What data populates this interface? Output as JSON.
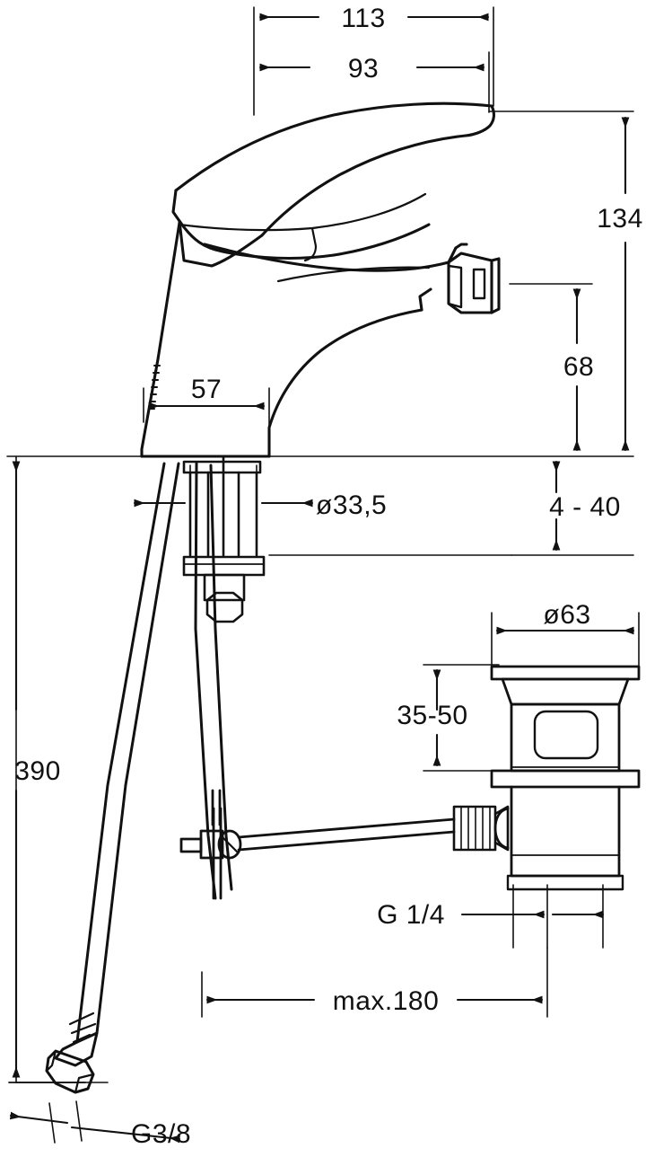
{
  "drawing": {
    "title": "Bidet mixer with pop-up waste - dimensional drawing",
    "units": "mm",
    "line_color": "#111111",
    "background_color": "#ffffff"
  },
  "dimensions": {
    "spout_reach_total": "113",
    "spout_reach_outlet": "93",
    "overall_height": "134",
    "spout_outlet_height": "68",
    "body_width": "57",
    "shank_diameter": "ø33,5",
    "basin_thickness_range": "4 - 40",
    "waste_flange_diameter": "ø63",
    "waste_height_range": "35-50",
    "linkage_thread": "G 1/4",
    "linkage_max_length": "max.180",
    "hose_length": "390",
    "hose_thread": "G3/8"
  },
  "labels": [
    {
      "key": "spout_reach_total",
      "text": "113"
    },
    {
      "key": "spout_reach_outlet",
      "text": "93"
    },
    {
      "key": "overall_height",
      "text": "134"
    },
    {
      "key": "spout_outlet_height",
      "text": "68"
    },
    {
      "key": "body_width",
      "text": "57"
    },
    {
      "key": "shank_diameter",
      "text": "ø33,5"
    },
    {
      "key": "basin_thickness_range",
      "text": "4 - 40"
    },
    {
      "key": "waste_flange_diameter",
      "text": "ø63"
    },
    {
      "key": "waste_height_range",
      "text": "35-50"
    },
    {
      "key": "linkage_thread",
      "text": "G 1/4"
    },
    {
      "key": "linkage_max_length",
      "text": "max.180"
    },
    {
      "key": "hose_length",
      "text": "390"
    },
    {
      "key": "hose_thread",
      "text": "G3/8"
    }
  ]
}
